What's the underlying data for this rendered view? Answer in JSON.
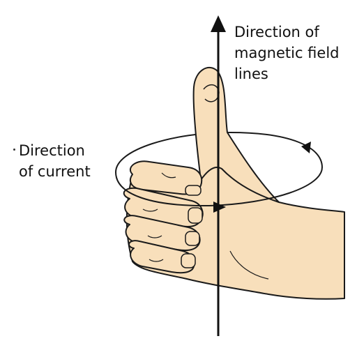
{
  "labels": {
    "field_line1": "Direction of",
    "field_line2": "magnetic field",
    "field_line3": "lines",
    "current_line1": "Direction",
    "current_line2": "of current"
  },
  "colors": {
    "skin": "#f8dfbb",
    "outline": "#1a1a1a",
    "background": "#ffffff"
  }
}
